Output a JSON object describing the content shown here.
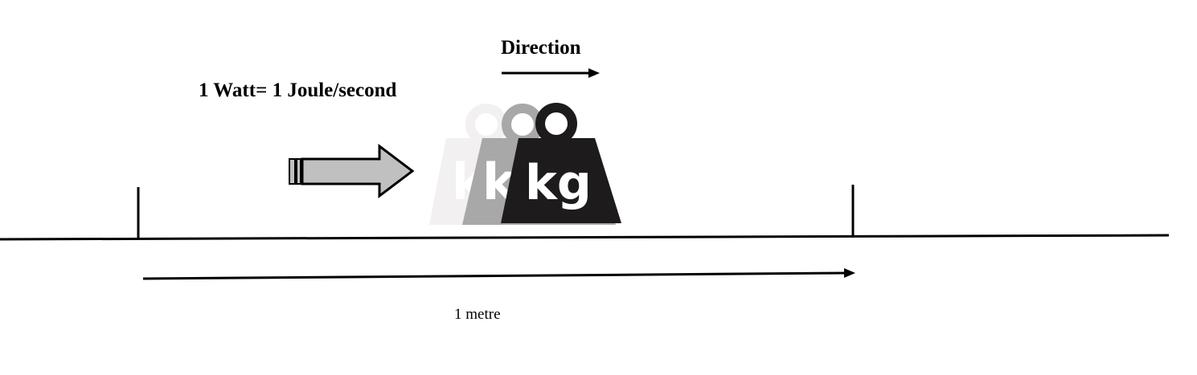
{
  "labels": {
    "power_definition": "1 Watt= 1 Joule/second",
    "direction": "Direction",
    "distance": "1 metre"
  },
  "weights": {
    "unit_text": "kg",
    "ghost_colors": [
      "#f2f0f0",
      "#a8a8a8"
    ],
    "main_color": "#1e1b1c"
  },
  "colors": {
    "line": "#000000",
    "force_arrow_fill": "#c0c0c0"
  }
}
